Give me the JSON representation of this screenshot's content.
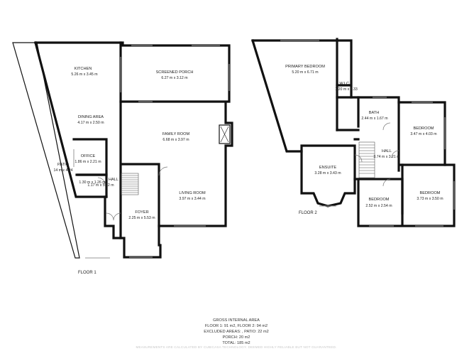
{
  "floor1": {
    "label": "FLOOR 1",
    "rooms": {
      "kitchen": {
        "name": "KITCHEN",
        "dims": "5.26 m x 3.45 m"
      },
      "screened_porch": {
        "name": "SCREENED PORCH",
        "dims": "6.27 m x 3.12 m"
      },
      "dining_area": {
        "name": "DINING AREA",
        "dims": "4.17 m x 2.50 m"
      },
      "family_room": {
        "name": "FAMILY ROOM",
        "dims": "6.68 m x 3.97 m"
      },
      "office": {
        "name": "OFFICE",
        "dims": "1.86 m x 2.21 m"
      },
      "patio": {
        "name": "PATIO",
        "dims": "14 m x 4.24"
      },
      "hall": {
        "name": "HALL",
        "dims": "1.17 m x 5.12 m"
      },
      "small_room": {
        "dims": "1.30 m x 1.26 m"
      },
      "living_room": {
        "name": "LIVING ROOM",
        "dims": "3.97 m x 3.44 m"
      },
      "foyer": {
        "name": "FOYER",
        "dims": "2.25 m x 5.53 m"
      }
    }
  },
  "floor2": {
    "label": "FLOOR 2",
    "rooms": {
      "primary_bedroom": {
        "name": "PRIMARY BEDROOM",
        "dims": "5.20 m x 6.71 m"
      },
      "wic": {
        "name": "W.I.C.",
        "dims": "1.20 m x 5.33"
      },
      "bath": {
        "name": "BATH",
        "dims": "2.44 m x 1.67 m"
      },
      "bedroom_a": {
        "name": "BEDROOM",
        "dims": "3.47 m x 4.03 m"
      },
      "hall": {
        "name": "HALL",
        "dims": "3.74 m x 3.21 m"
      },
      "ensuite": {
        "name": "ENSUITE",
        "dims": "3.28 m x 3.43 m"
      },
      "bedroom_b": {
        "name": "BEDROOM",
        "dims": "2.52 m x 2.54 m"
      },
      "bedroom_c": {
        "name": "BEDROOM",
        "dims": "3.73 m x 3.50 m"
      }
    }
  },
  "summary": {
    "title": "GROSS INTERNAL AREA",
    "floors": "FLOOR 1: 91 m2, FLOOR 2: 94 m2",
    "excluded": "EXCLUDED AREAS: , PATIO: 22 m2",
    "porch": "PORCH: 20 m2",
    "total": "TOTAL: 185 m2"
  },
  "disclaimer": "MEASUREMENTS ARE CALCULATED BY CUBICASA TECHNOLOGY. DEEMED HIGHLY RELIABLE BUT NOT GUARANTEED."
}
